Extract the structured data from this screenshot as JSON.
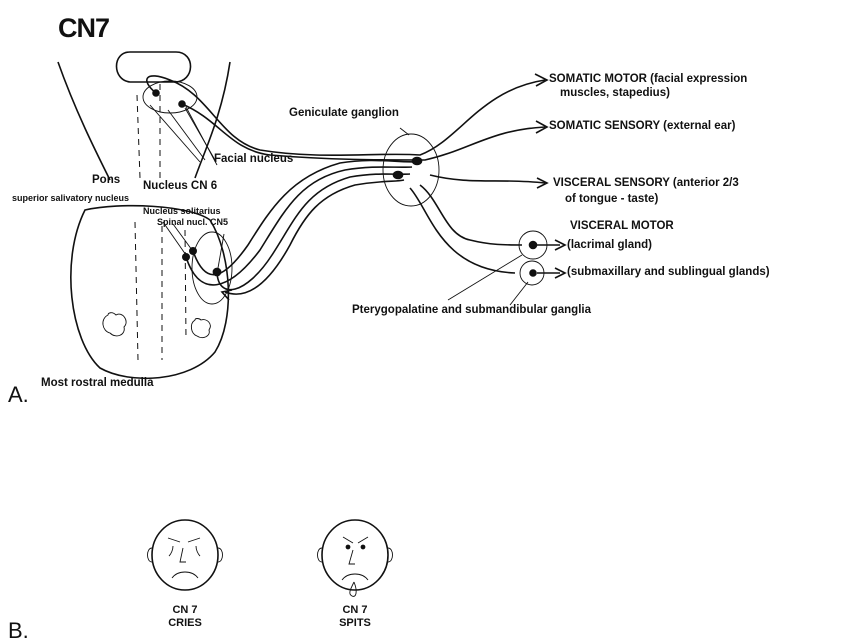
{
  "title": "CN7",
  "panel_a": {
    "letter": "A.",
    "caption": "Most rostral medulla",
    "labels": {
      "geniculate": "Geniculate ganglion",
      "facial_nucleus": "Facial nucleus",
      "pons": "Pons",
      "nucleus_cn6": "Nucleus CN 6",
      "salivatory": "superior salivatory nucleus",
      "solitarius": "Nucleus solitarius",
      "spinal_cn5": "Spinal nucl. CN5",
      "pterygopalatine": "Pterygopalatine and submandibular ganglia"
    },
    "outputs": {
      "somatic_motor_1": "SOMATIC MOTOR (facial expression",
      "somatic_motor_2": "muscles, stapedius)",
      "somatic_sensory": "SOMATIC SENSORY (external ear)",
      "visceral_sensory_1": "VISCERAL SENSORY (anterior 2/3",
      "visceral_sensory_2": "of tongue - taste)",
      "visceral_motor_1": "VISCERAL MOTOR",
      "visceral_motor_2": "(lacrimal gland)",
      "visceral_motor_3": "(submaxillary and sublingual glands)"
    }
  },
  "panel_b": {
    "letter": "B.",
    "faces": [
      {
        "line1": "CN 7",
        "line2": "CRIES"
      },
      {
        "line1": "CN 7",
        "line2": "SPITS"
      }
    ]
  }
}
